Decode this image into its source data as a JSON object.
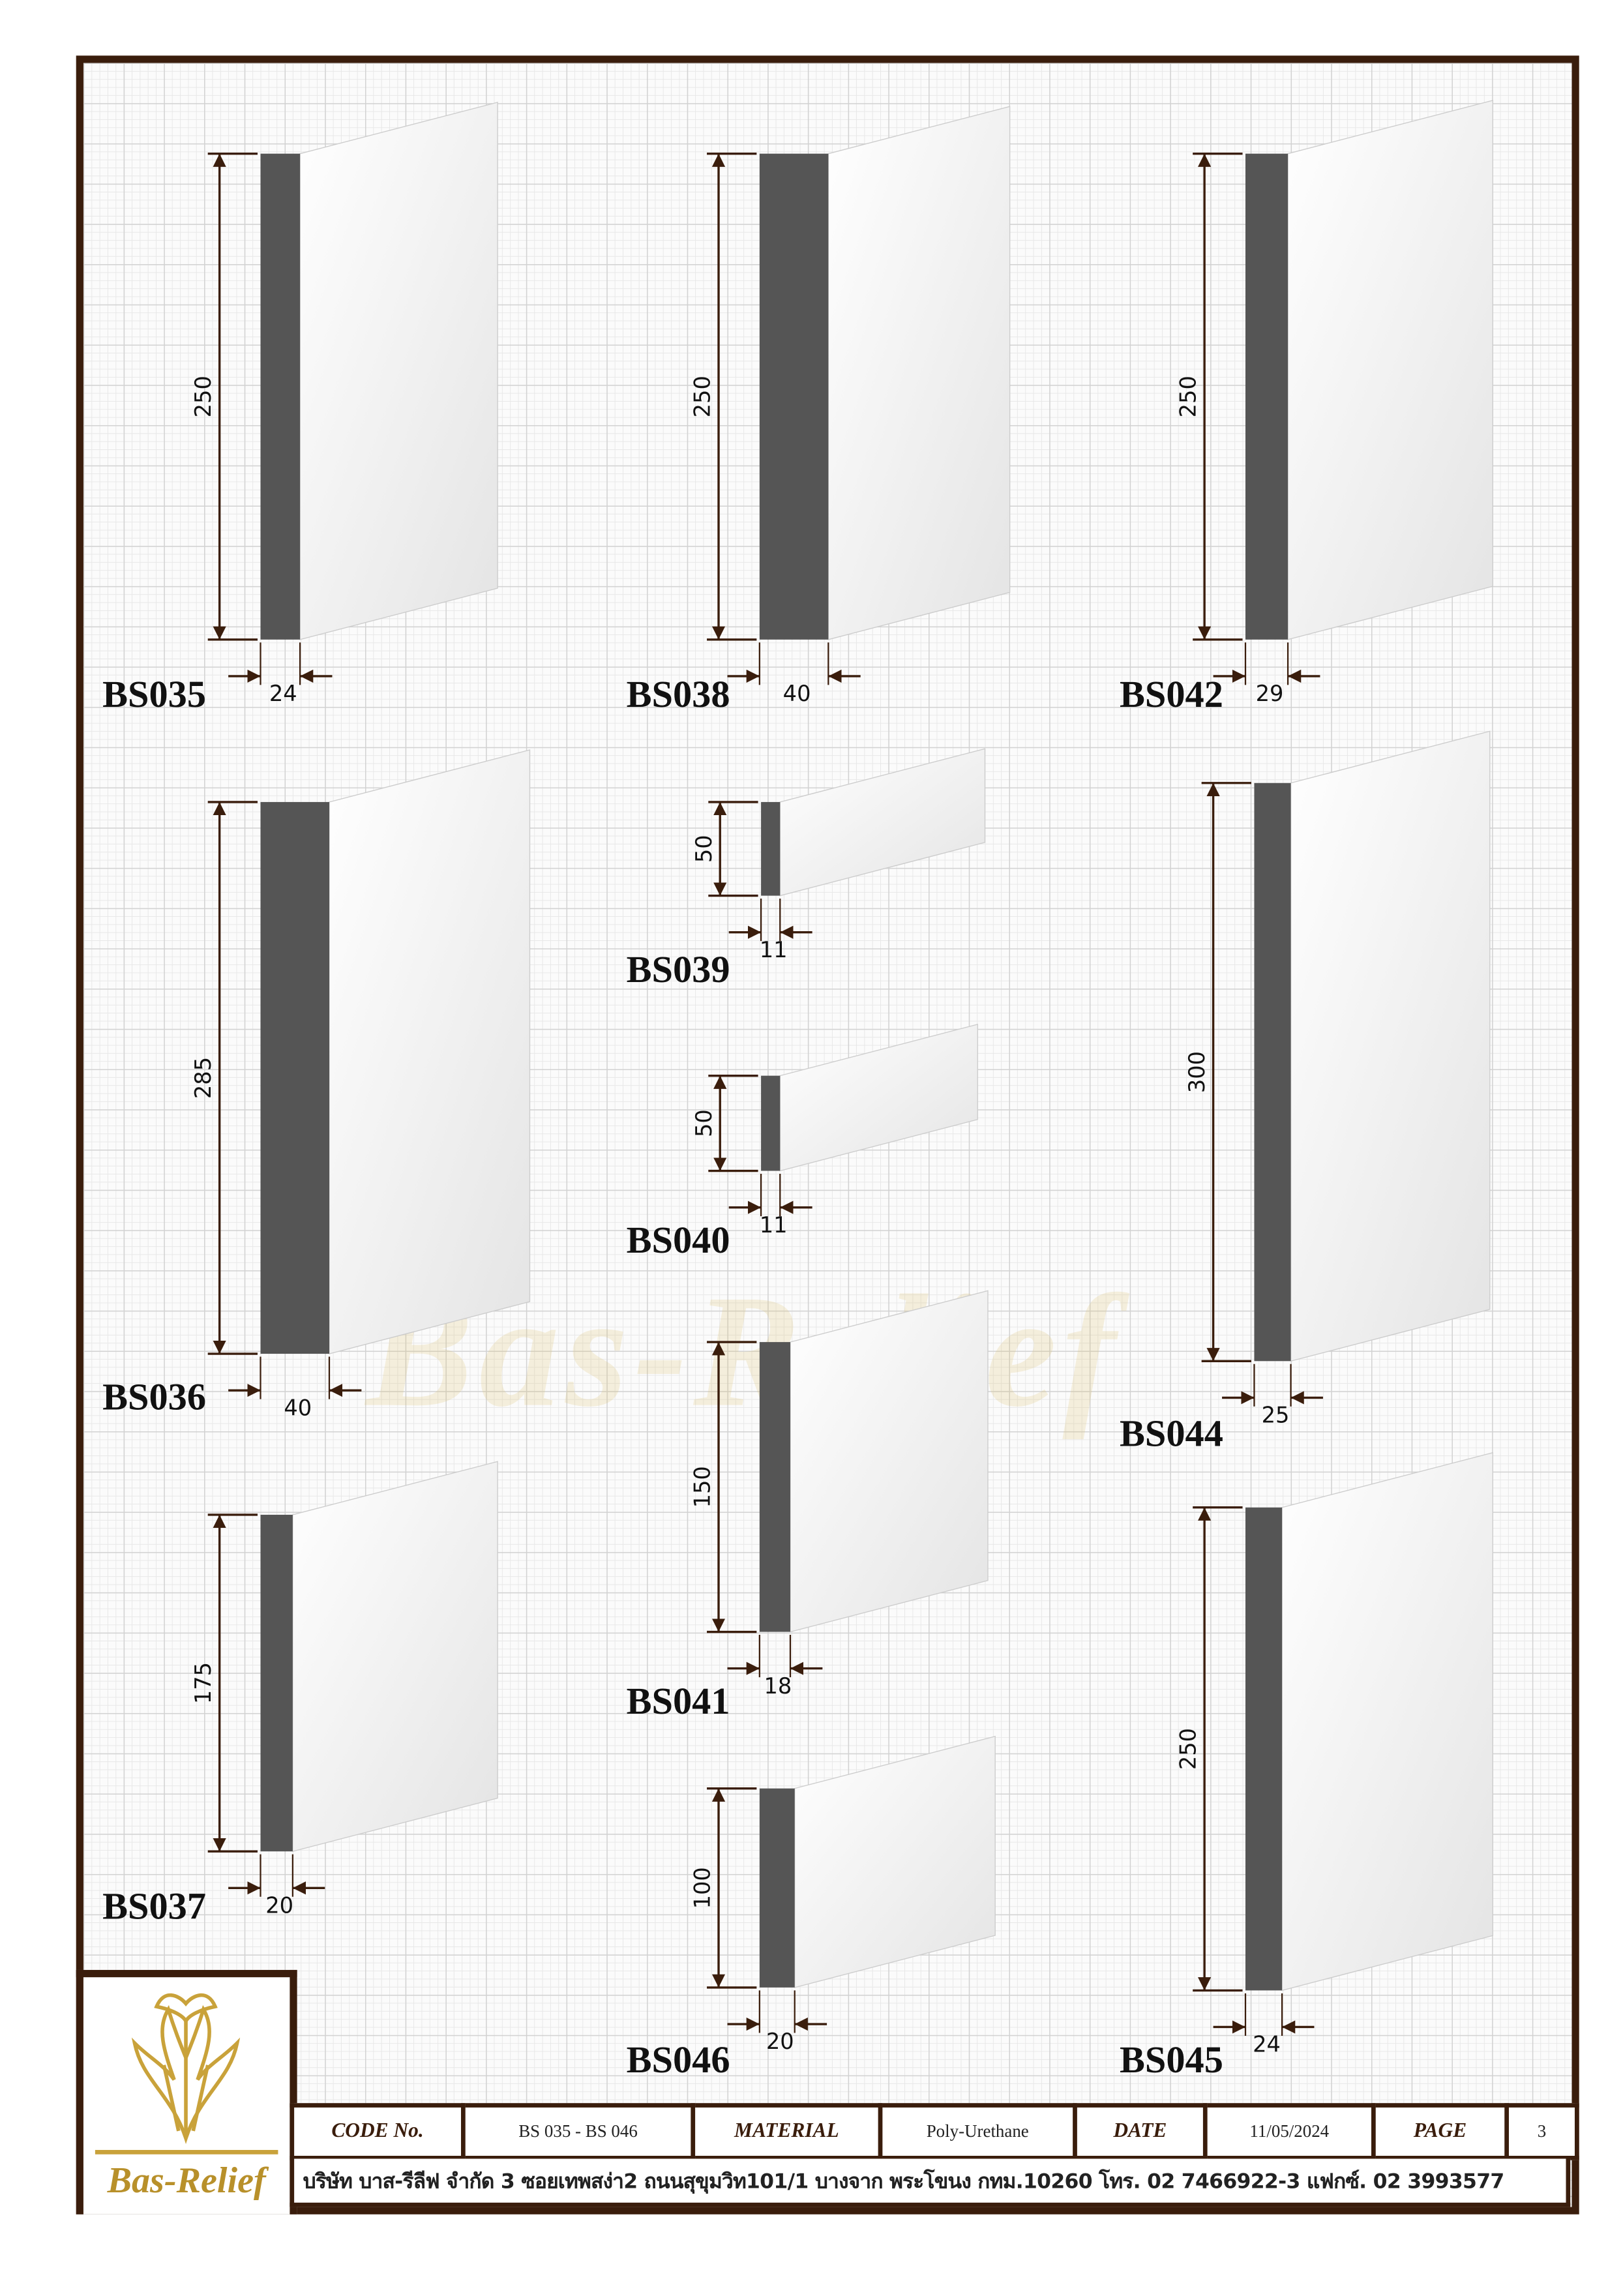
{
  "watermark": "Bas-Relief",
  "products": [
    {
      "code": "BS035",
      "height": "250",
      "width": "24"
    },
    {
      "code": "BS038",
      "height": "250",
      "width": "40"
    },
    {
      "code": "BS042",
      "height": "250",
      "width": "29"
    },
    {
      "code": "BS036",
      "height": "285",
      "width": "40"
    },
    {
      "code": "BS039",
      "height": "50",
      "width": "11"
    },
    {
      "code": "BS040",
      "height": "50",
      "width": "11"
    },
    {
      "code": "BS044",
      "height": "300",
      "width": "25"
    },
    {
      "code": "BS041",
      "height": "150",
      "width": "18"
    },
    {
      "code": "BS037",
      "height": "175",
      "width": "20"
    },
    {
      "code": "BS046",
      "height": "100",
      "width": "20"
    },
    {
      "code": "BS045",
      "height": "250",
      "width": "24"
    }
  ],
  "footer": {
    "logo_text": "Bas-Relief",
    "code_label": "CODE No.",
    "code_value": "BS 035 - BS 046",
    "material_label": "MATERIAL",
    "material_value": "Poly-Urethane",
    "date_label": "DATE",
    "date_value": "11/05/2024",
    "page_label": "PAGE",
    "page_value": "3",
    "address": "บริษัท บาส-รีลีฟ จำกัด 3 ซอยเทพสง่า2 ถนนสุขุมวิท101/1 บางจาก พระโขนง กทม.10260 โทร. 02 7466922-3 แฟกซ์. 02 3993577"
  },
  "colors": {
    "frame": "#3a1d0c",
    "gold": "#c9a23a",
    "profile": "#555555"
  }
}
